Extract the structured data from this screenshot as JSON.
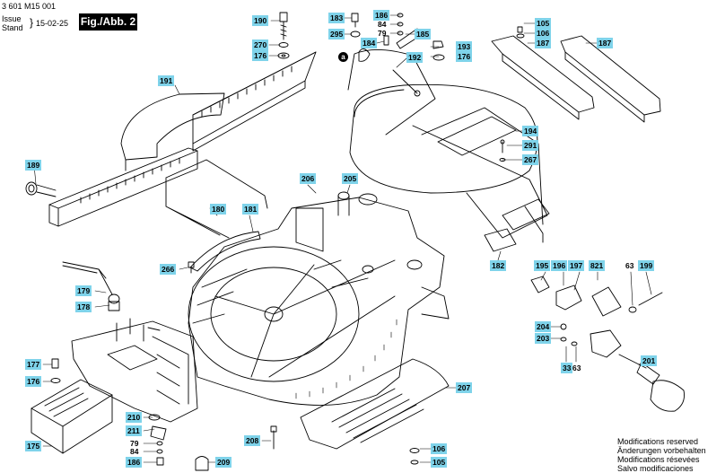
{
  "header": {
    "doc_number": "3 601 M15 001",
    "issue_label": "Issue",
    "stand_label": "Stand",
    "issue_date": "15-02-25",
    "figure_label": "Fig./Abb. 2"
  },
  "callouts": {
    "c190": "190",
    "c270": "270",
    "c176a": "176",
    "c183": "183",
    "c295": "295",
    "c186a": "186",
    "c84a": "84",
    "c79a": "79",
    "c184": "184",
    "c185": "185",
    "c193": "193",
    "c192": "192",
    "c176b": "176",
    "c105a": "105",
    "c106a": "106",
    "c187a": "187",
    "c187b": "187",
    "c191": "191",
    "c189": "189",
    "c194": "194",
    "c291": "291",
    "c267": "267",
    "c206": "206",
    "c205": "205",
    "c180": "180",
    "c181": "181",
    "c182": "182",
    "c266": "266",
    "c195": "195",
    "c196": "196",
    "c197": "197",
    "c821": "821",
    "c63a": "63",
    "c199": "199",
    "c179": "179",
    "c178": "178",
    "c204": "204",
    "c203": "203",
    "c33": "33",
    "c63b": "63",
    "c201": "201",
    "c177": "177",
    "c176c": "176",
    "c207": "207",
    "c210": "210",
    "c211": "211",
    "c79b": "79",
    "c84b": "84",
    "c186b": "186",
    "c208": "208",
    "c209": "209",
    "c175": "175",
    "c106b": "106",
    "c105b": "105"
  },
  "marker": "a",
  "notes": [
    "Modifications reserved",
    "Änderungen vorbehalten",
    "Modifications résevées",
    "Salvo modificaciones"
  ]
}
